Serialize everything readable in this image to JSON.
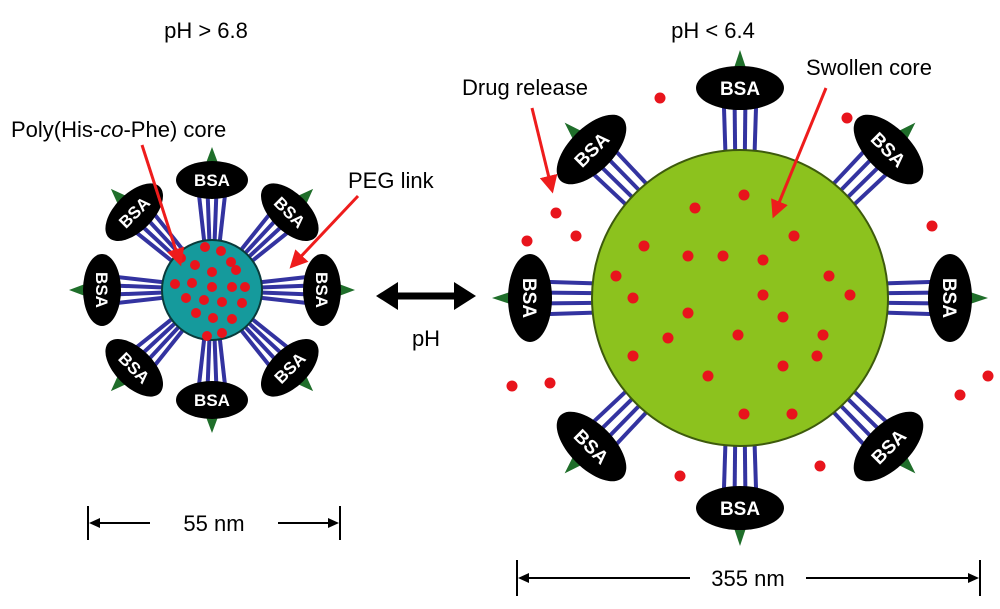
{
  "left_state": {
    "condition": "pH > 6.8",
    "core_label_prefix": "Poly(His-",
    "core_label_italic": "co",
    "core_label_suffix": "-Phe) core",
    "peg_label": "PEG link",
    "size_label": "55 nm",
    "shell_label": "BSA",
    "colors": {
      "core": "#159a9c",
      "link": "#3333a0",
      "arrow": "#ee1c1c",
      "drug": "#e8141c"
    }
  },
  "right_state": {
    "condition": "pH < 6.4",
    "drug_label": "Drug release",
    "swollen_label": "Swollen core",
    "size_label": "355 nm",
    "shell_label": "BSA",
    "colors": {
      "core": "#8cc21e",
      "link": "#3333a0",
      "arrow": "#ee1c1c",
      "drug": "#e8141c"
    }
  },
  "transition": {
    "label": "pH"
  },
  "colors": {
    "bsa": "#000000",
    "spike": "#1f6e2a",
    "text": "#000000"
  }
}
